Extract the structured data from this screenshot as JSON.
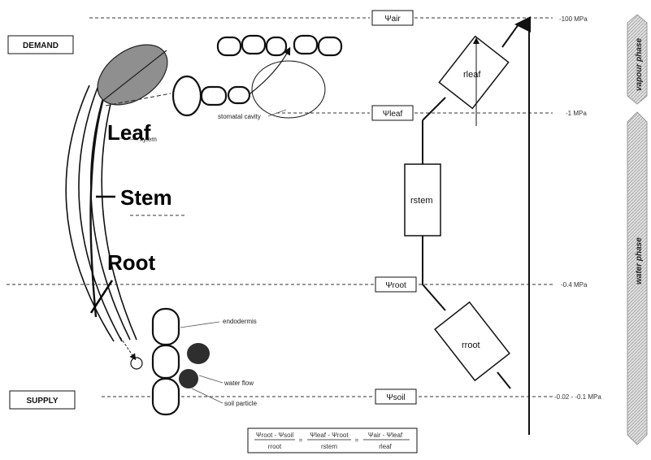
{
  "labels": {
    "demand": "DEMAND",
    "supply": "SUPPLY",
    "leaf": "Leaf",
    "stem": "Stem",
    "root": "Root",
    "xylem": "xylem",
    "stomatal_cavity": "stomatal cavity",
    "endodermis": "endodermis",
    "water_flow": "water flow",
    "soil_particle": "soil particle"
  },
  "potentials": {
    "air": "Ψair",
    "leaf": "Ψleaf",
    "root": "Ψroot",
    "soil": "Ψsoil"
  },
  "pressures": {
    "air": "-100 MPa",
    "leaf": "-1 MPa",
    "root": "-0.4 MPa",
    "soil": "-0.02 - -0.1 MPa"
  },
  "resistances": {
    "leaf": "rleaf",
    "stem": "rstem",
    "root": "rroot"
  },
  "phases": {
    "vapour": "vapour phase",
    "water": "water phase"
  },
  "equation": {
    "t1_num": "Ψroot - Ψsoil",
    "t1_den": "rroot",
    "t2_num": "Ψleaf - Ψroot",
    "t2_den": "rstem",
    "t3_num": "Ψair - Ψleaf",
    "t3_den": "rleaf",
    "eq": "="
  },
  "colors": {
    "ink": "#111111",
    "leaf_fill": "#8f8f8f",
    "soil_fill": "#2e2e2e",
    "phase_band": "#d9d9d9"
  }
}
